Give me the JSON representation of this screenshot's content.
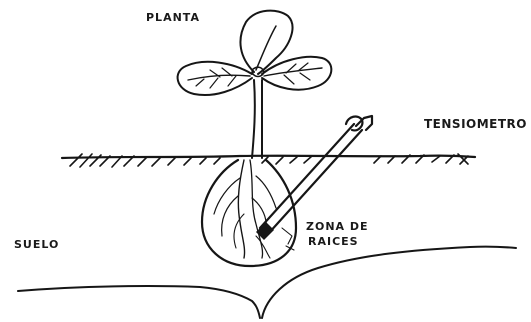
{
  "labels": {
    "plant": "PLANTA",
    "tensiometer": "TENSIOMETRO",
    "root_zone_line1": "ZONA DE",
    "root_zone_line2": "RAICES",
    "soil": "SUELO"
  },
  "colors": {
    "ink": "#161616",
    "background": "#ffffff"
  }
}
